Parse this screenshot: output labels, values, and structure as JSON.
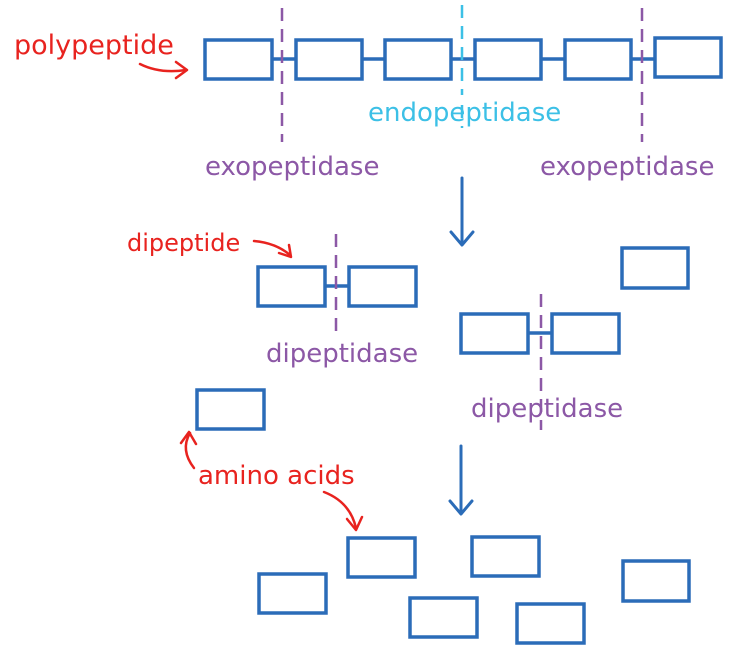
{
  "labels": {
    "polypeptide": "polypeptide",
    "endopeptidase": "endopeptidase",
    "exopeptidase_left": "exopeptidase",
    "exopeptidase_right": "exopeptidase",
    "dipeptide": "dipeptide",
    "dipeptidase_left": "dipeptidase",
    "dipeptidase_right": "dipeptidase",
    "amino_acids": "amino acids"
  },
  "colors": {
    "amino_acid_box": "#2b6cb8",
    "label_red": "#e8231f",
    "label_purple": "#8c58a6",
    "label_cyan": "#3cc0e6"
  }
}
